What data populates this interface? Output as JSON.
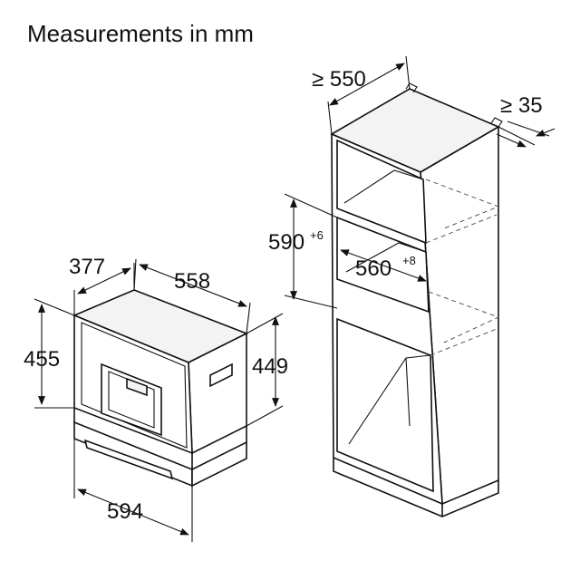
{
  "title": "Measurements in mm",
  "dimensions": {
    "cabinet_depth": "≥ 550",
    "side_clearance": "≥ 35",
    "niche_height": "590",
    "niche_height_tolerance": "+6",
    "niche_width": "560",
    "niche_width_tolerance": "+8",
    "appliance_depth": "377",
    "appliance_side_depth": "558",
    "appliance_height": "455",
    "appliance_inner_height": "449",
    "appliance_width": "594"
  }
}
